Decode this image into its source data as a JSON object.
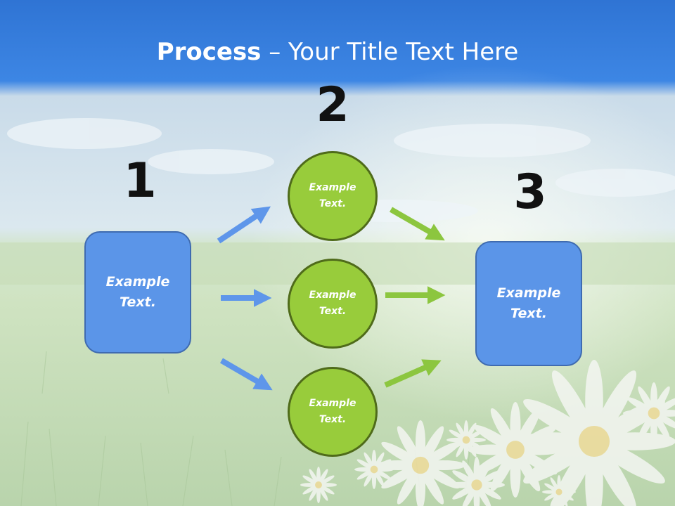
{
  "slide": {
    "title_bold": "Process",
    "title_rest": " – Your Title Text Here"
  },
  "steps": {
    "one": {
      "number": "1",
      "line1": "Example",
      "line2": "Text."
    },
    "two": {
      "number": "2"
    },
    "three": {
      "number": "3",
      "line1": "Example",
      "line2": "Text."
    }
  },
  "circles": [
    {
      "line1": "Example",
      "line2": "Text."
    },
    {
      "line1": "Example",
      "line2": "Text."
    },
    {
      "line1": "Example",
      "line2": "Text."
    }
  ],
  "colors": {
    "box_fill": "#5b95e8",
    "circle_fill": "#98cc3b",
    "blue_arrow": "#5e96ea",
    "green_arrow": "#8cc63f"
  }
}
